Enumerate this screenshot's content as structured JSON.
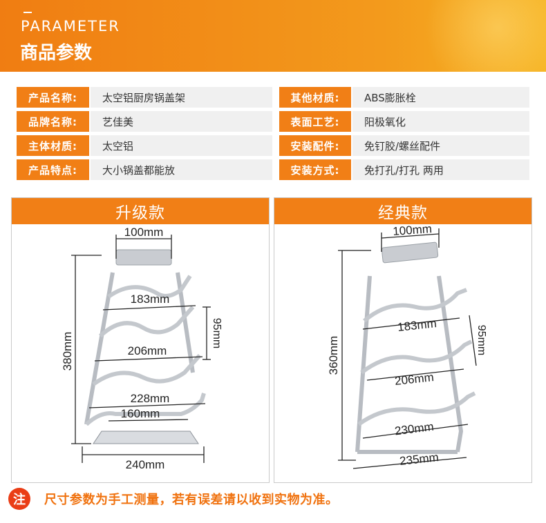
{
  "header": {
    "en_title": "PARAMETER",
    "cn_title": "商品参数"
  },
  "specs": [
    {
      "label_l": "产品名称:",
      "value_l": "太空铝厨房锅盖架",
      "label_r": "其他材质:",
      "value_r": "ABS膨胀栓"
    },
    {
      "label_l": "品牌名称:",
      "value_l": "艺佳美",
      "label_r": "表面工艺:",
      "value_r": "阳极氧化"
    },
    {
      "label_l": "主体材质:",
      "value_l": "太空铝",
      "label_r": "安装配件:",
      "value_r": "免钉胶/螺丝配件"
    },
    {
      "label_l": "产品特点:",
      "value_l": "大小锅盖都能放",
      "label_r": "安装方式:",
      "value_r": "免打孔/打孔 两用"
    }
  ],
  "left_panel": {
    "title": "升级款",
    "dims": {
      "top": "100mm",
      "shelf1": "183mm",
      "gap": "95mm",
      "shelf2": "206mm",
      "shelf3": "228mm",
      "tray": "160mm",
      "base": "240mm",
      "height": "380mm"
    }
  },
  "right_panel": {
    "title": "经典款",
    "dims": {
      "top": "100mm",
      "shelf1": "183mm",
      "gap": "95mm",
      "shelf2": "206mm",
      "shelf3": "230mm",
      "base": "235mm",
      "height": "360mm"
    }
  },
  "note": {
    "badge": "注",
    "text": "尺寸参数为手工测量，若有误差请以收到实物为准。"
  },
  "colors": {
    "accent": "#f17f16",
    "note_text": "#f0720f",
    "badge": "#ea3d16",
    "cell_bg": "#f0f0f0"
  }
}
